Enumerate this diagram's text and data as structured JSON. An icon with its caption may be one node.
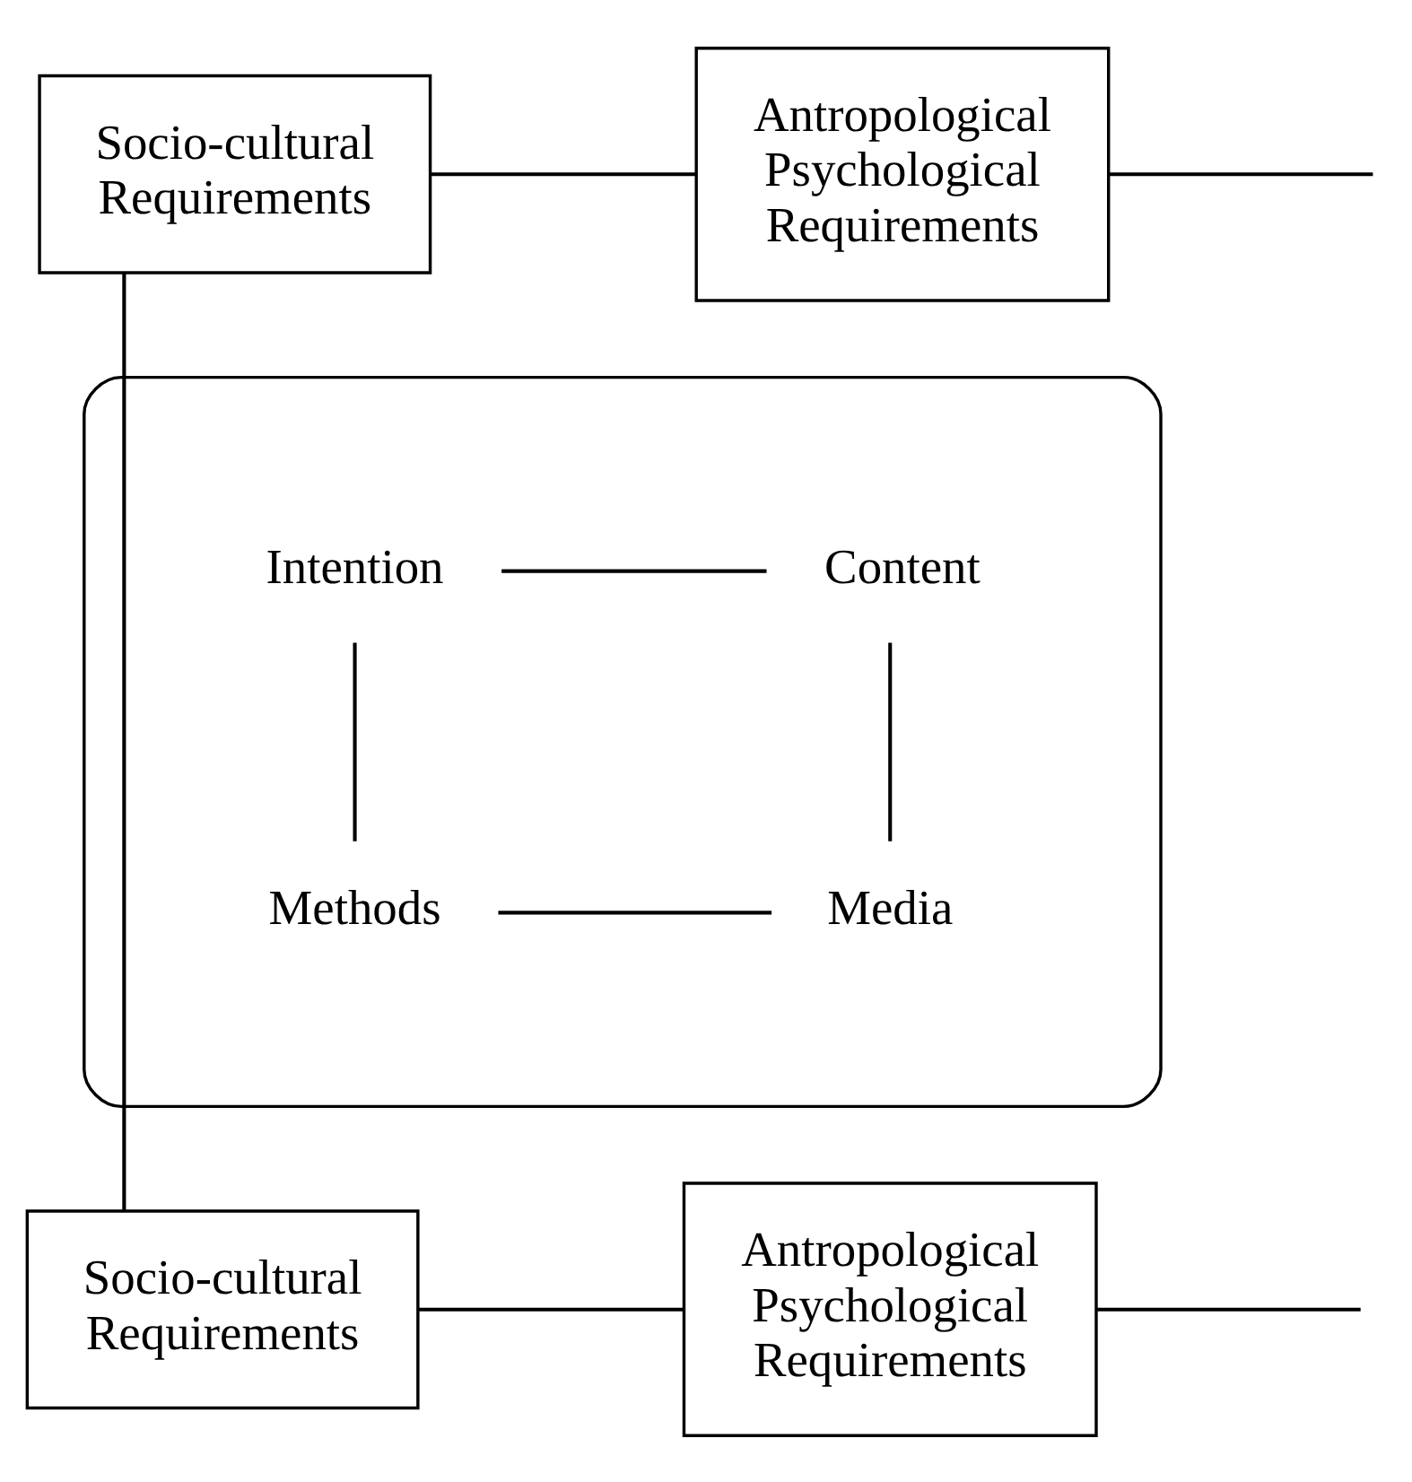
{
  "diagram": {
    "nodes": [
      {
        "text": [
          "Socio-cultural Requirements"
        ]
      },
      {
        "text": [
          "Antropological Psychological Requirements"
        ]
      },
      {
        "text": [],
        "shape": "box"
      },
      {
        "text": [
          "Intention"
        ],
        "in": 2
      },
      {
        "text": [
          "Content"
        ],
        "in": 2
      },
      {
        "text": [
          "Methods"
        ],
        "in": 2
      },
      {
        "text": [
          "Media"
        ],
        "in": 2
      },
      {
        "text": [
          "Socio-cultural Requirements"
        ]
      },
      {
        "text": [
          "Antropological Psychological Requirements"
        ]
      }
    ],
    "edges": [
      {
        "from": 0,
        "to": 1,
        "arrow": "none"
      },
      {
        "from": 1,
        "to": null,
        "arrow": "none"
      },
      {
        "from": 0,
        "to": 7,
        "arrow": "none"
      },
      {
        "from": 3,
        "to": 4,
        "arrow": "none"
      },
      {
        "from": 3,
        "to": 5,
        "arrow": "none"
      },
      {
        "from": 4,
        "to": 6,
        "arrow": "none"
      },
      {
        "from": 5,
        "to": 6,
        "arrow": "none"
      },
      {
        "from": 7,
        "to": 8,
        "arrow": "none"
      },
      {
        "from": 8,
        "to": null,
        "arrow": "none"
      }
    ]
  }
}
